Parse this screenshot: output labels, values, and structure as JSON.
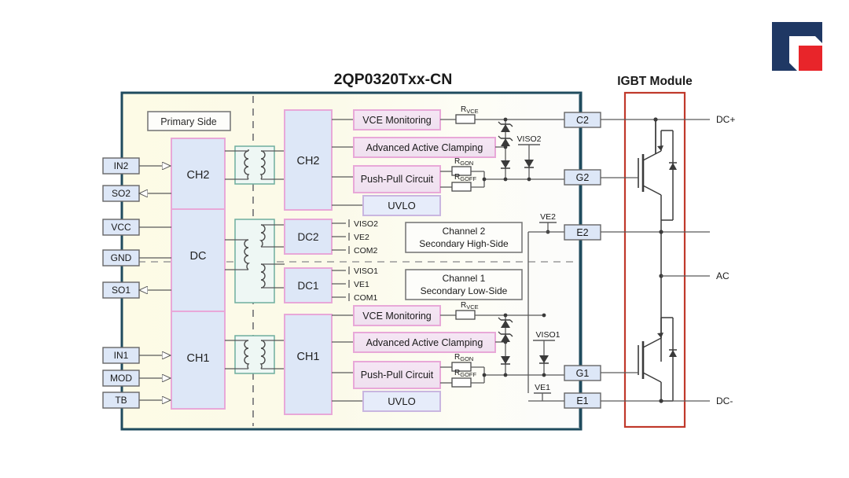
{
  "page": {
    "title": "2QP0320Txx-CN",
    "igbt_module_label": "IGBT Module",
    "bg_color": "#ffffff"
  },
  "logo": {
    "name": "company-logo",
    "navy": "#1f3864",
    "red": "#e8252a",
    "white": "#ffffff"
  },
  "colors": {
    "frame_border": "#1f4b5e",
    "igbt_border": "#c0392b",
    "block_pink_border": "#e8a8d8",
    "block_pink_fill": "#f2e2f0",
    "block_blue_fill": "#dde7f7",
    "block_gray_border": "#7a7a7a",
    "transformer_border": "#6fae9e",
    "wire": "#5a5a5a",
    "dashed_divider": "#8a8a8a",
    "bg_left": "#fdfbe9",
    "bg_right": "#fbfbfb"
  },
  "left_pins": [
    {
      "label": "IN2",
      "dir": "in"
    },
    {
      "label": "SO2",
      "dir": "out"
    },
    {
      "label": "VCC",
      "dir": "plain"
    },
    {
      "label": "GND",
      "dir": "plain"
    },
    {
      "label": "SO1",
      "dir": "out"
    },
    {
      "label": "IN1",
      "dir": "in"
    },
    {
      "label": "MOD",
      "dir": "in"
    },
    {
      "label": "TB",
      "dir": "in"
    }
  ],
  "primary": {
    "side_label": "Primary Side",
    "blocks": [
      {
        "label": "CH2"
      },
      {
        "label": "DC"
      },
      {
        "label": "CH1"
      }
    ]
  },
  "secondary": {
    "blocks": [
      {
        "label": "CH2"
      },
      {
        "label": "DC2"
      },
      {
        "label": "DC1"
      },
      {
        "label": "CH1"
      }
    ]
  },
  "channel2_functions": [
    {
      "label": "VCE Monitoring"
    },
    {
      "label": "Advanced  Active  Clamping"
    },
    {
      "label": "Push-Pull  Circuit"
    },
    {
      "label": "UVLO"
    }
  ],
  "channel1_functions": [
    {
      "label": "VCE Monitoring"
    },
    {
      "label": "Advanced  Active  Clamping"
    },
    {
      "label": "Push-Pull  Circuit"
    },
    {
      "label": "UVLO"
    }
  ],
  "channel2_pins": [
    "VISO2",
    "VE2",
    "COM2"
  ],
  "channel1_pins": [
    "VISO1",
    "VE1",
    "COM1"
  ],
  "channel2_note": {
    "line1": "Channel 2",
    "line2": "Secondary   High-Side"
  },
  "channel1_note": {
    "line1": "Channel 1",
    "line2": "Secondary  Low-Side"
  },
  "resistors": {
    "rvce_base": "R",
    "rvce_sub": "VCE",
    "rgon_base": "R",
    "rgon_sub": "GON",
    "rgoff_base": "R",
    "rgoff_sub": "GOFF"
  },
  "net_labels": {
    "viso2": "VISO2",
    "viso1": "VISO1",
    "ve2": "VE2",
    "ve1": "VE1"
  },
  "terminals": [
    {
      "label": "C2"
    },
    {
      "label": "G2"
    },
    {
      "label": "E2"
    },
    {
      "label": "G1"
    },
    {
      "label": "E1"
    }
  ],
  "module_rails": [
    {
      "label": "DC+"
    },
    {
      "label": "AC"
    },
    {
      "label": "DC-"
    }
  ]
}
